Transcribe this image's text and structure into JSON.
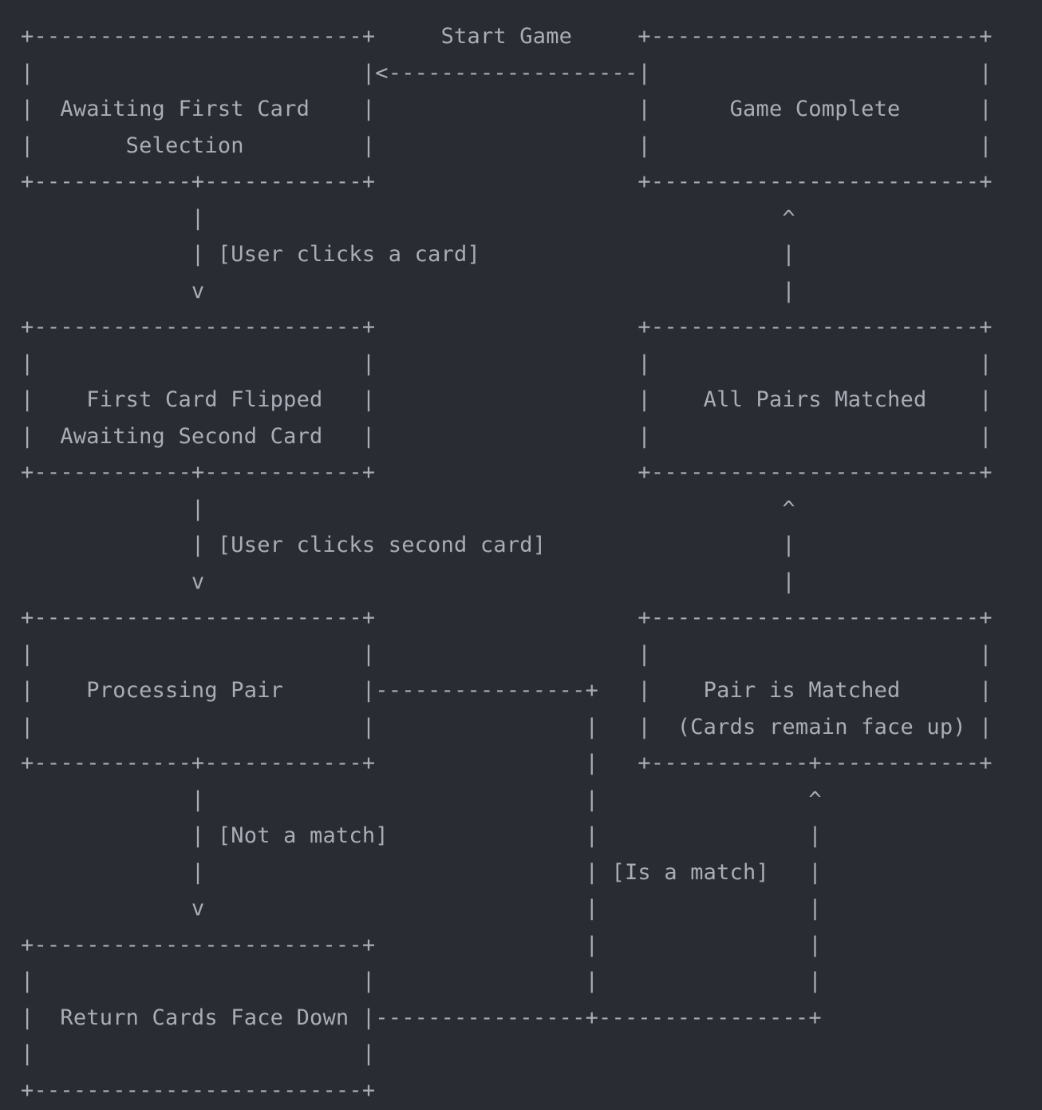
{
  "colors": {
    "background": "#292c33",
    "text": "#a9adb5"
  },
  "diagram_lines": [
    "+-------------------------+     Start Game     +-------------------------+",
    "|                         |<-------------------|                         |",
    "|  Awaiting First Card    |                    |      Game Complete      |",
    "|       Selection         |                    |                         |",
    "+------------+------------+                    +-------------------------+",
    "             |                                            ^",
    "             | [User clicks a card]                       |",
    "             v                                            |",
    "+-------------------------+                    +-------------------------+",
    "|                         |                    |                         |",
    "|    First Card Flipped   |                    |    All Pairs Matched    |",
    "|  Awaiting Second Card   |                    |                         |",
    "+------------+------------+                    +-------------------------+",
    "             |                                            ^",
    "             | [User clicks second card]                  |",
    "             v                                            |",
    "+-------------------------+                    +-------------------------+",
    "|                         |                    |                         |",
    "|    Processing Pair      |----------------+   |    Pair is Matched      |",
    "|                         |                |   |  (Cards remain face up) |",
    "+------------+------------+                |   +------------+------------+",
    "             |                             |                ^",
    "             | [Not a match]               |                |",
    "             |                             | [Is a match]   |",
    "             v                             |                |",
    "+-------------------------+                |                |",
    "|                         |                |                |",
    "|  Return Cards Face Down |----------------+----------------+",
    "|                         |",
    "+-------------------------+"
  ]
}
